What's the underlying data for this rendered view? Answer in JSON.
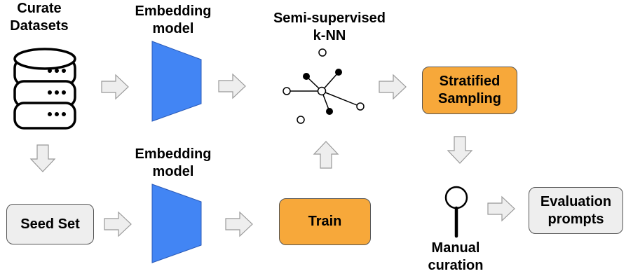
{
  "labels": {
    "curate": "Curate\nDatasets",
    "embedding_top": "Embedding\nmodel",
    "embedding_bottom": "Embedding\nmodel",
    "knn": "Semi-supervised\nk-NN",
    "manual": "Manual\ncuration"
  },
  "boxes": {
    "seed_set": "Seed Set",
    "train": "Train",
    "stratified": "Stratified\nSampling",
    "evaluation": "Evaluation\nprompts"
  },
  "colors": {
    "model_blue": "#4285f4",
    "box_orange": "#f7a83a",
    "box_gray": "#eeeeee",
    "arrow_fill": "#eeeeee",
    "arrow_stroke": "#999999"
  },
  "icons": {
    "database": "database-icon",
    "magnifier": "magnifier-icon"
  }
}
